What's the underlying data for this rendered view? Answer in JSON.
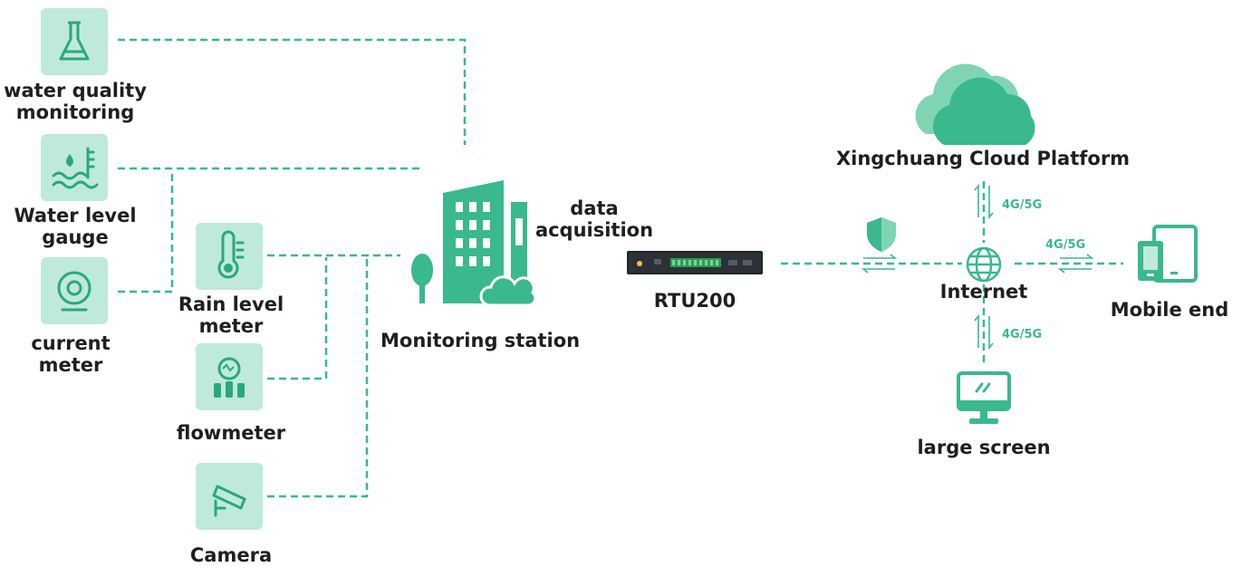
{
  "colors": {
    "accent": "#39b98c",
    "accent_dark": "#2aa87b",
    "tile_bg": "#bfead9",
    "cloud_light": "#7fd4b4",
    "text": "#1f1f1f"
  },
  "sensors": {
    "water_quality": {
      "label_line1": "water quality",
      "label_line2": "monitoring",
      "icon": "flask-icon"
    },
    "water_level": {
      "label_line1": "Water level",
      "label_line2": "gauge",
      "icon": "water-level-gauge-icon"
    },
    "current_meter": {
      "label_line1": "current",
      "label_line2": "meter",
      "icon": "current-meter-icon"
    },
    "rain_level": {
      "label_line1": "Rain level",
      "label_line2": "meter",
      "icon": "thermometer-icon"
    },
    "flowmeter": {
      "label": "flowmeter",
      "icon": "flowmeter-icon"
    },
    "camera": {
      "label": "Camera",
      "icon": "camera-icon"
    }
  },
  "station": {
    "label": "Monitoring station",
    "icon": "building-icon"
  },
  "acquisition": {
    "label_line1": "data",
    "label_line2": "acquisition"
  },
  "rtu": {
    "label": "RTU200",
    "icon": "rtu-device-icon"
  },
  "internet": {
    "label": "Internet",
    "icon": "globe-icon"
  },
  "security": {
    "icon": "shield-icon"
  },
  "cloud": {
    "label": "Xingchuang Cloud Platform",
    "icon": "cloud-icon"
  },
  "mobile": {
    "label": "Mobile end",
    "icon": "mobile-devices-icon"
  },
  "screen": {
    "label": "large screen",
    "icon": "monitor-icon"
  },
  "links": {
    "cloud_link": "4G/5G",
    "mobile_link": "4G/5G",
    "screen_link": "4G/5G"
  }
}
